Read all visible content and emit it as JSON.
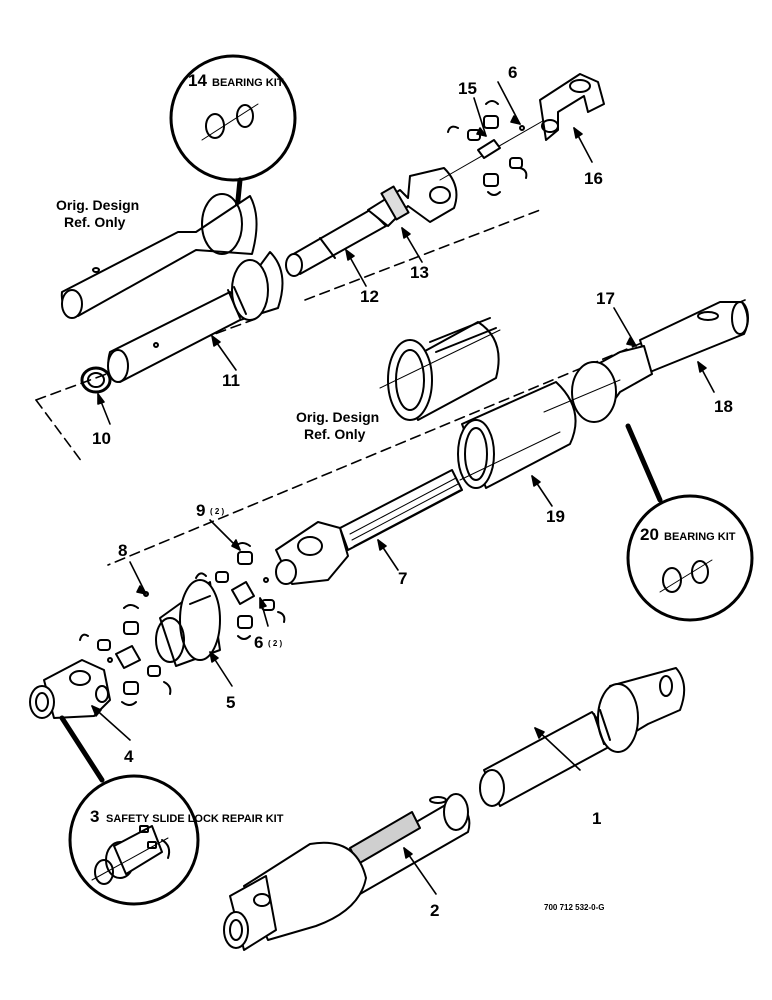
{
  "figure": {
    "drawing_code": "700 712 532-0-G",
    "orig_design_note_1": [
      "Orig. Design",
      "Ref. Only"
    ],
    "orig_design_note_2": [
      "Orig. Design",
      "Ref. Only"
    ]
  },
  "callouts": {
    "c1": "1",
    "c2": "2",
    "c4": "4",
    "c5": "5",
    "c6_top": "6",
    "c6_lower": "6",
    "c6_lower_qty": "( 2 )",
    "c7": "7",
    "c8": "8",
    "c9": "9",
    "c9_qty": "( 2 )",
    "c10": "10",
    "c11": "11",
    "c12": "12",
    "c13": "13",
    "c15": "15",
    "c16": "16",
    "c17": "17",
    "c18": "18",
    "c19": "19"
  },
  "kits": {
    "k14": {
      "number": "14",
      "label": "BEARING KIT"
    },
    "k20": {
      "number": "20",
      "label": "BEARING KIT"
    },
    "k3": {
      "number": "3",
      "label": "SAFETY SLIDE LOCK REPAIR KIT"
    }
  },
  "colors": {
    "ink": "#000000",
    "paper": "#ffffff",
    "shade": "#cfcfcf"
  }
}
